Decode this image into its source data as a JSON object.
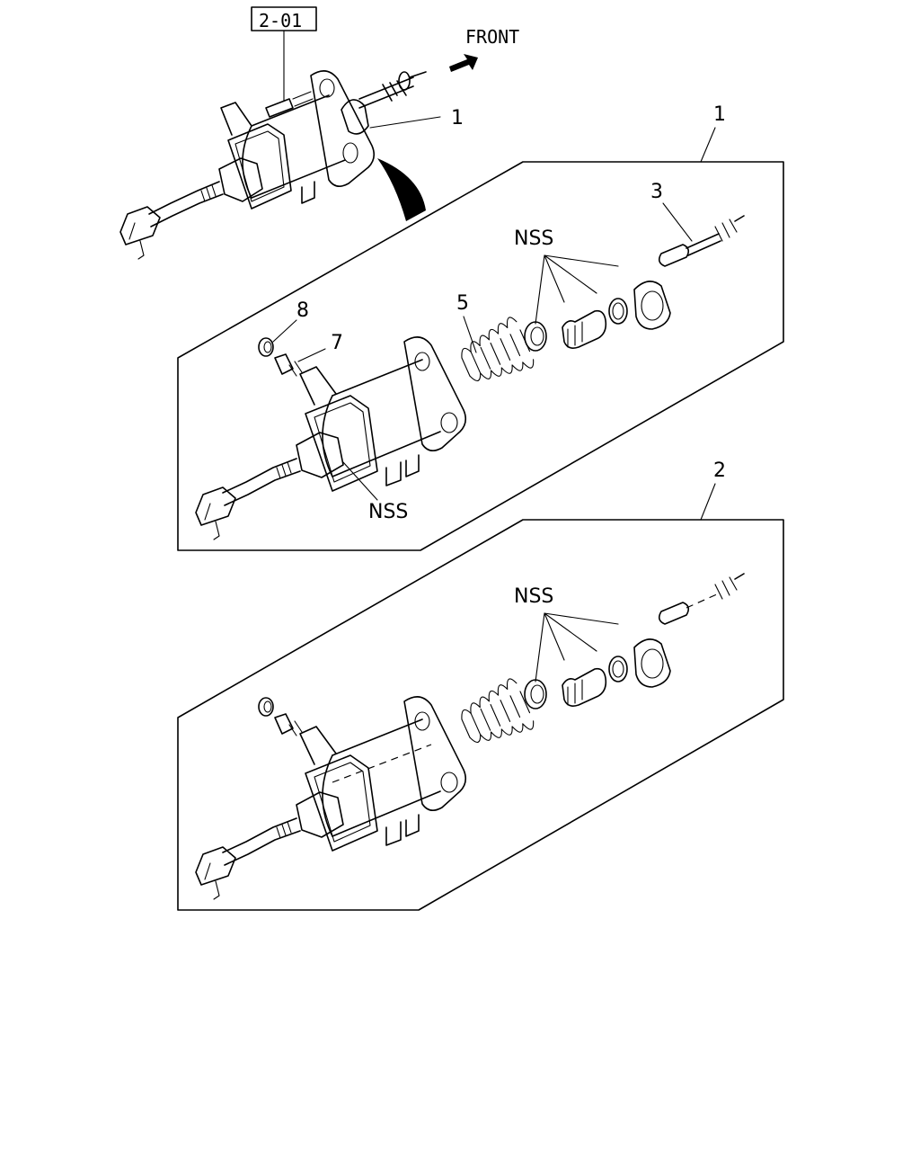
{
  "diagram": {
    "reference_box": "2-01",
    "direction": "FRONT",
    "callouts": {
      "assembly_top": "1",
      "kit_1": "1",
      "kit_2": "2",
      "part_3": "3",
      "part_5": "5",
      "part_7": "7",
      "part_8": "8",
      "nss_kit1_seals": "NSS",
      "nss_kit1_body": "NSS",
      "nss_kit2_seals": "NSS"
    },
    "icons": {
      "direction_arrow": "front-arrow-icon",
      "transition_arrow": "curved-arrow-icon"
    }
  }
}
